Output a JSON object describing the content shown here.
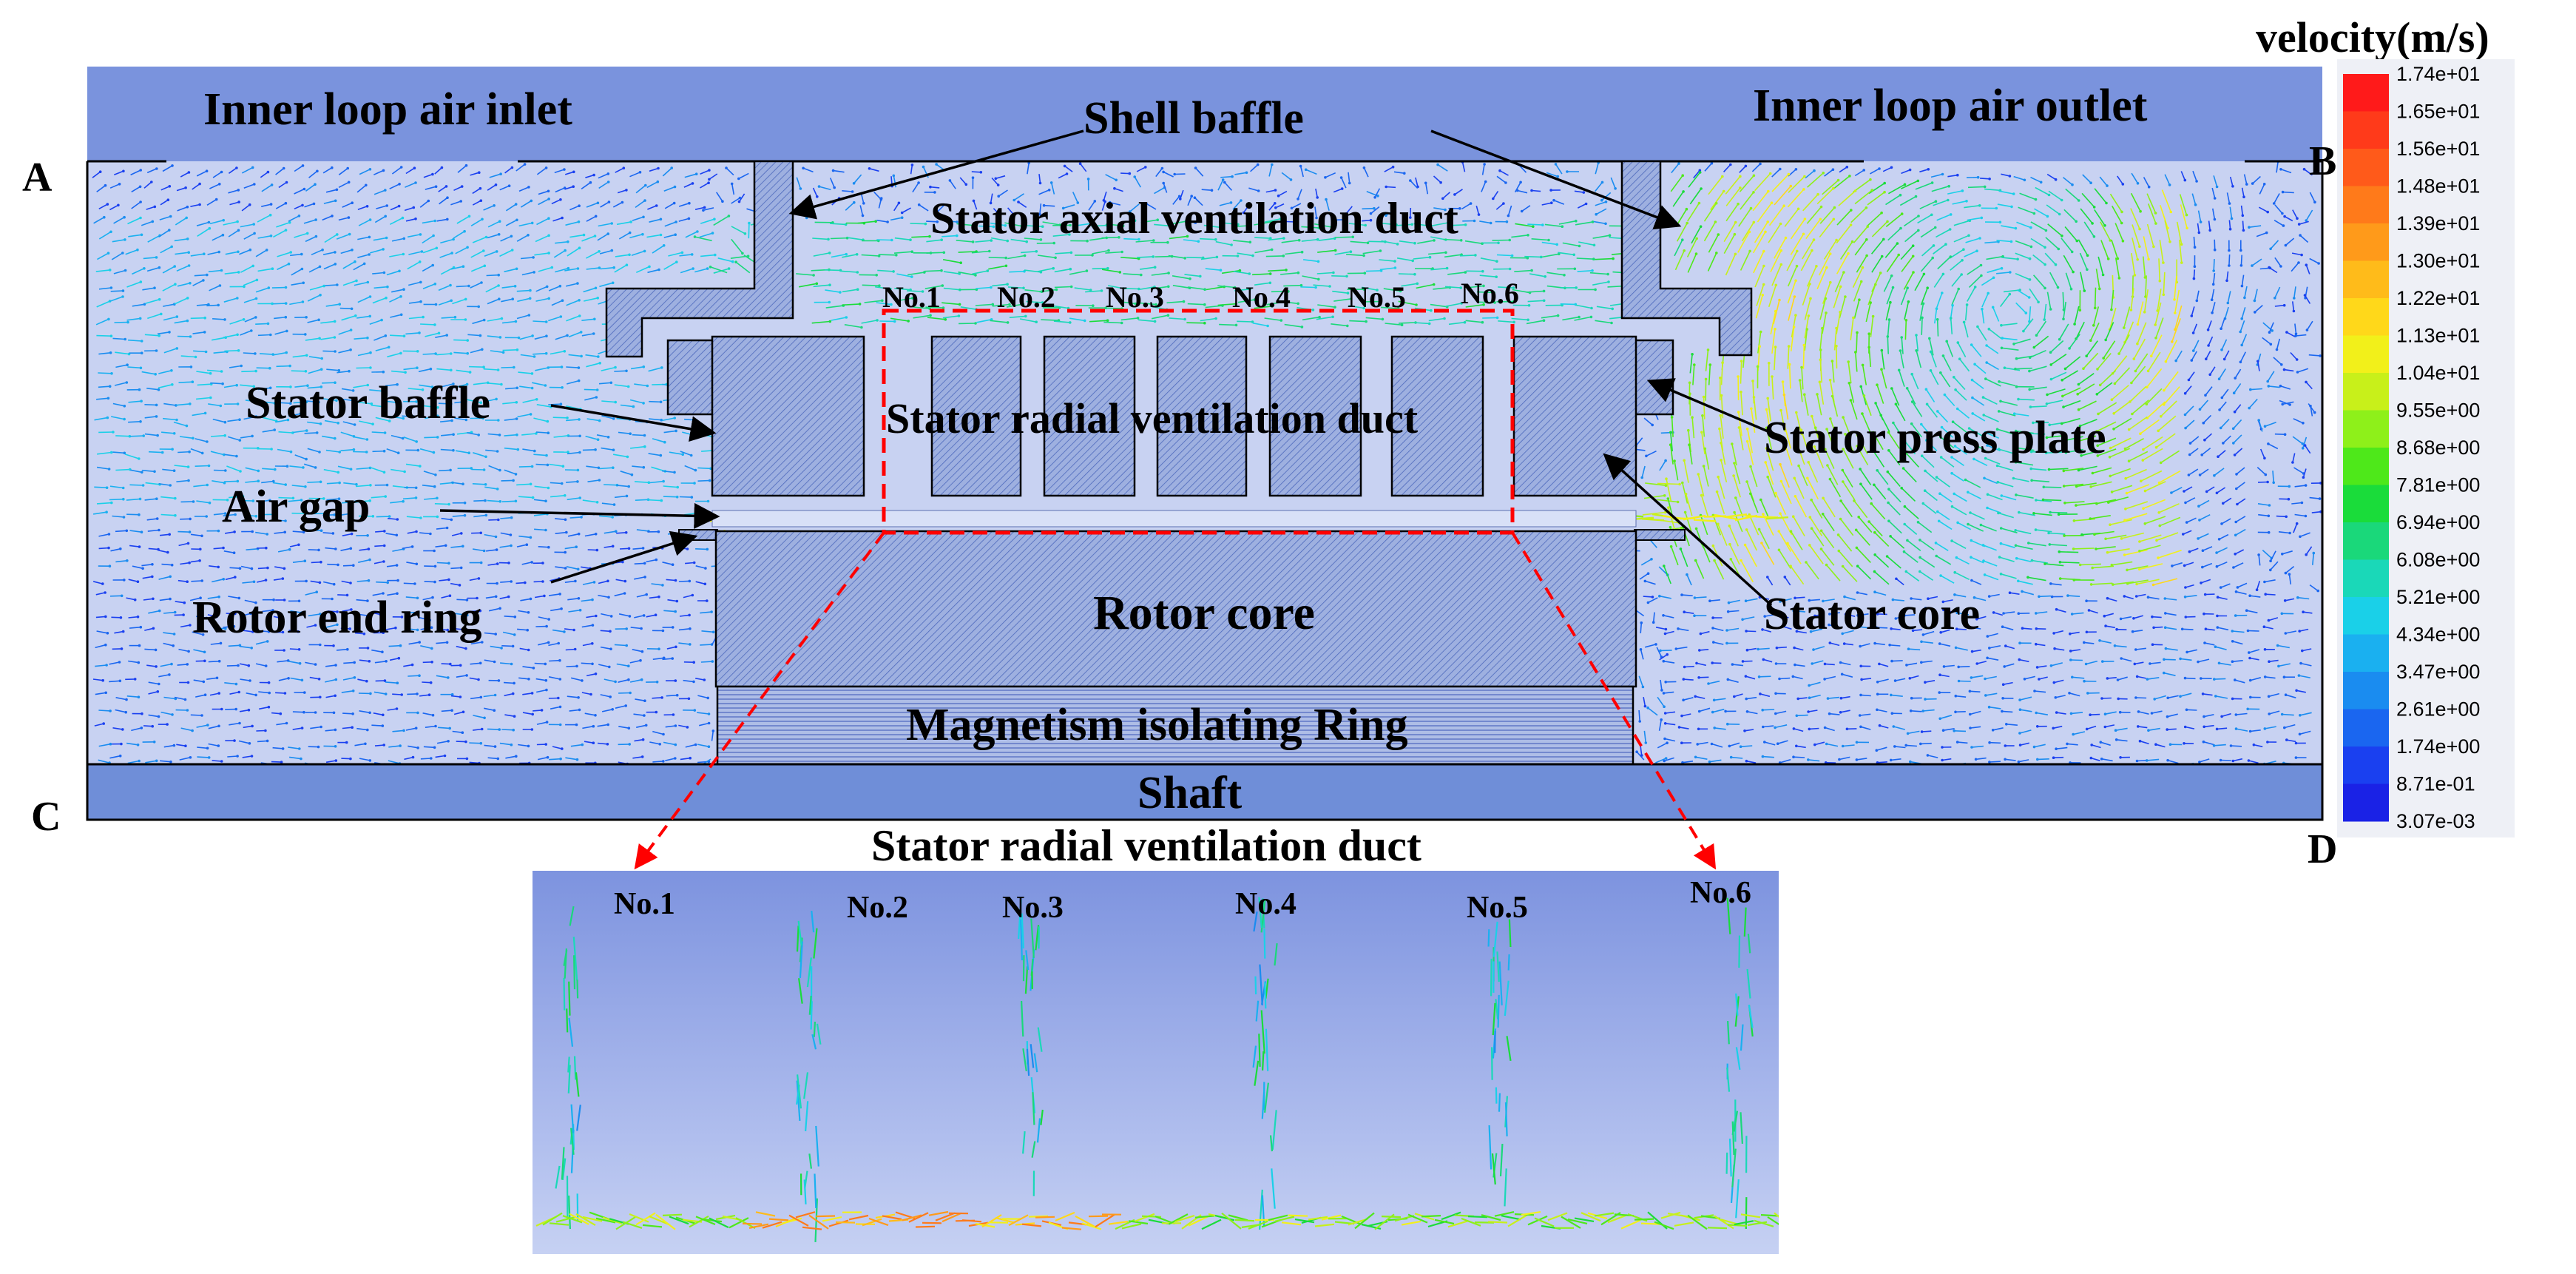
{
  "corners": {
    "a": "A",
    "b": "B",
    "c": "C",
    "d": "D"
  },
  "labels": {
    "inlet": "Inner loop air inlet",
    "outlet": "Inner loop air outlet",
    "shell_baffle": "Shell baffle",
    "axial_duct": "Stator axial ventilation duct",
    "radial_duct": "Stator radial ventilation duct",
    "stator_baffle": "Stator baffle",
    "air_gap": "Air gap",
    "rotor_end_ring": "Rotor end ring",
    "stator_press_plate": "Stator press plate",
    "stator_core": "Stator core",
    "rotor_core": "Rotor core",
    "isolating_ring": "Magnetism isolating Ring",
    "shaft": "Shaft",
    "inset_title": "Stator radial ventilation duct"
  },
  "ducts": [
    "No.1",
    "No.2",
    "No.3",
    "No.4",
    "No.5",
    "No.6"
  ],
  "colorbar": {
    "title": "velocity(m/s)",
    "ticks": [
      "1.74e+01",
      "1.65e+01",
      "1.56e+01",
      "1.48e+01",
      "1.39e+01",
      "1.30e+01",
      "1.22e+01",
      "1.13e+01",
      "1.04e+01",
      "9.55e+00",
      "8.68e+00",
      "7.81e+00",
      "6.94e+00",
      "6.08e+00",
      "5.21e+00",
      "4.34e+00",
      "3.47e+00",
      "2.61e+00",
      "1.74e+00",
      "8.71e-01",
      "3.07e-03"
    ],
    "colors": [
      "#ff1a1a",
      "#ff3a1a",
      "#ff5a1a",
      "#ff7a1a",
      "#ff9a1a",
      "#ffbb1a",
      "#ffd81a",
      "#f2f01a",
      "#c8f01a",
      "#8ef01a",
      "#4ee81a",
      "#1adc3a",
      "#1ad87a",
      "#1ad8b8",
      "#1ad0e8",
      "#1ab0f0",
      "#1a8cf0",
      "#1a66f0",
      "#1a40f0",
      "#1a22e6"
    ]
  }
}
